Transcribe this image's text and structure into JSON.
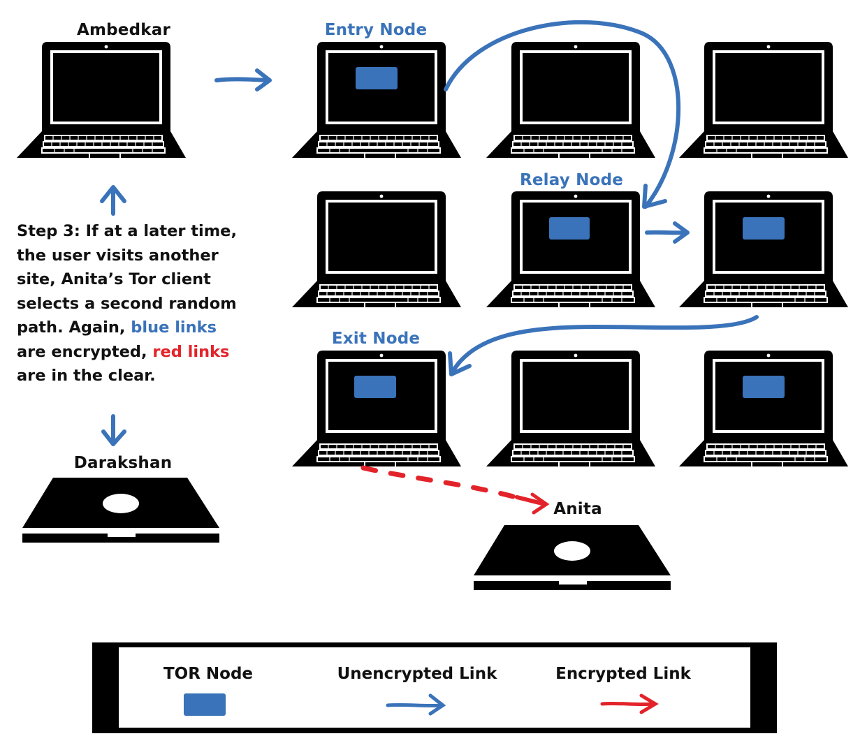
{
  "labels": {
    "ambedkar": "Ambedkar",
    "entry_node": "Entry Node",
    "relay_node": "Relay Node",
    "exit_node": "Exit Node",
    "darakshan": "Darakshan",
    "anita": "Anita"
  },
  "description": {
    "part1": "Step 3: If at a later time, the user visits another site, Anita’s Tor client selects a second random path. Again, ",
    "blue_links": "blue links",
    "part2": " are encrypted, ",
    "red_links": "red links",
    "part3": " are in the clear."
  },
  "legend": {
    "tor_node": "TOR Node",
    "unencrypted_link": "Unencrypted Link",
    "encrypted_link": "Encrypted Link"
  },
  "colors": {
    "blue": "#3a73b9",
    "red": "#e3232a",
    "black": "#000000"
  },
  "icons": {
    "open_laptop": "laptop-icon",
    "closed_laptop": "closed-laptop-icon",
    "tor_node_marker": "tor-node-marker"
  }
}
